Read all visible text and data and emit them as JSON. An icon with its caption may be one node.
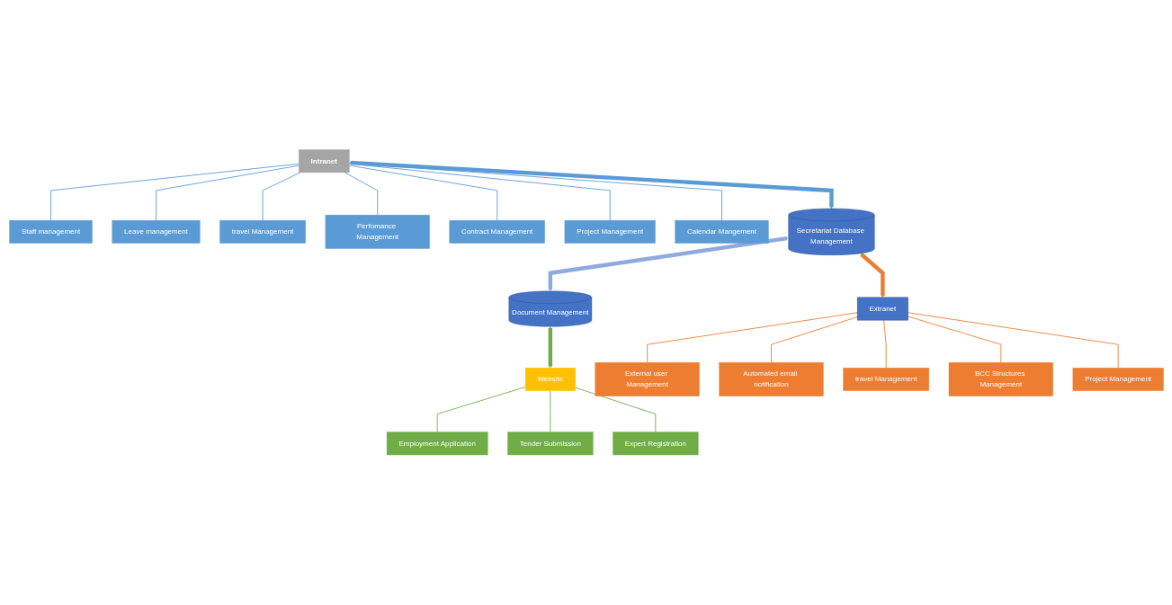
{
  "diagram": {
    "nodes": [
      {
        "text": [
          "Intranet"
        ]
      },
      {
        "text": [
          "Staff management"
        ]
      },
      {
        "text": [
          "Leave management"
        ]
      },
      {
        "text": [
          "travel Management"
        ]
      },
      {
        "text": [
          "Perfomance Management"
        ]
      },
      {
        "text": [
          "Contract Management"
        ]
      },
      {
        "text": [
          "Project Management"
        ]
      },
      {
        "text": [
          "Calendar Mangement"
        ]
      },
      {
        "text": [
          "Secretariat Database Management"
        ]
      },
      {
        "text": [
          "Document Management"
        ]
      },
      {
        "text": [
          "Website"
        ]
      },
      {
        "text": [
          "Employment Application"
        ]
      },
      {
        "text": [
          "Tender Submission"
        ]
      },
      {
        "text": [
          "Expert Registration"
        ]
      },
      {
        "text": [
          "Extranet"
        ]
      },
      {
        "text": [
          "External user Management"
        ]
      },
      {
        "text": [
          "Automated email notification"
        ]
      },
      {
        "text": [
          "travel Management"
        ]
      },
      {
        "text": [
          "BCC Structures Management"
        ]
      },
      {
        "text": [
          "Project Management"
        ]
      }
    ],
    "edges": [
      {
        "from": 0,
        "to": 1,
        "arrow": "none",
        "color": "#5b9bd5"
      },
      {
        "from": 0,
        "to": 2,
        "arrow": "none",
        "color": "#5b9bd5"
      },
      {
        "from": 0,
        "to": 3,
        "arrow": "none",
        "color": "#5b9bd5"
      },
      {
        "from": 0,
        "to": 4,
        "arrow": "none",
        "color": "#5b9bd5"
      },
      {
        "from": 0,
        "to": 5,
        "arrow": "none",
        "color": "#5b9bd5"
      },
      {
        "from": 0,
        "to": 6,
        "arrow": "none",
        "color": "#5b9bd5"
      },
      {
        "from": 0,
        "to": 7,
        "arrow": "none",
        "color": "#5b9bd5"
      },
      {
        "from": 0,
        "to": 8,
        "arrow": "both",
        "style": "thick",
        "color": "#5b9bd5"
      },
      {
        "from": 8,
        "to": 9,
        "arrow": "both",
        "style": "thick",
        "color": "#8faadc"
      },
      {
        "from": 8,
        "to": 14,
        "arrow": "both",
        "style": "thick",
        "color": "#ed7d31"
      },
      {
        "from": 9,
        "to": 10,
        "arrow": "both",
        "style": "thick",
        "color": "#70ad47"
      },
      {
        "from": 10,
        "to": 11,
        "arrow": "none",
        "color": "#70ad47"
      },
      {
        "from": 10,
        "to": 12,
        "arrow": "none",
        "color": "#70ad47"
      },
      {
        "from": 10,
        "to": 13,
        "arrow": "none",
        "color": "#70ad47"
      },
      {
        "from": 14,
        "to": 15,
        "arrow": "none",
        "color": "#ed7d31"
      },
      {
        "from": 14,
        "to": 16,
        "arrow": "none",
        "color": "#ed7d31"
      },
      {
        "from": 14,
        "to": 17,
        "arrow": "none",
        "color": "#ed7d31"
      },
      {
        "from": 14,
        "to": 18,
        "arrow": "none",
        "color": "#ed7d31"
      },
      {
        "from": 14,
        "to": 19,
        "arrow": "none",
        "color": "#ed7d31"
      }
    ]
  }
}
